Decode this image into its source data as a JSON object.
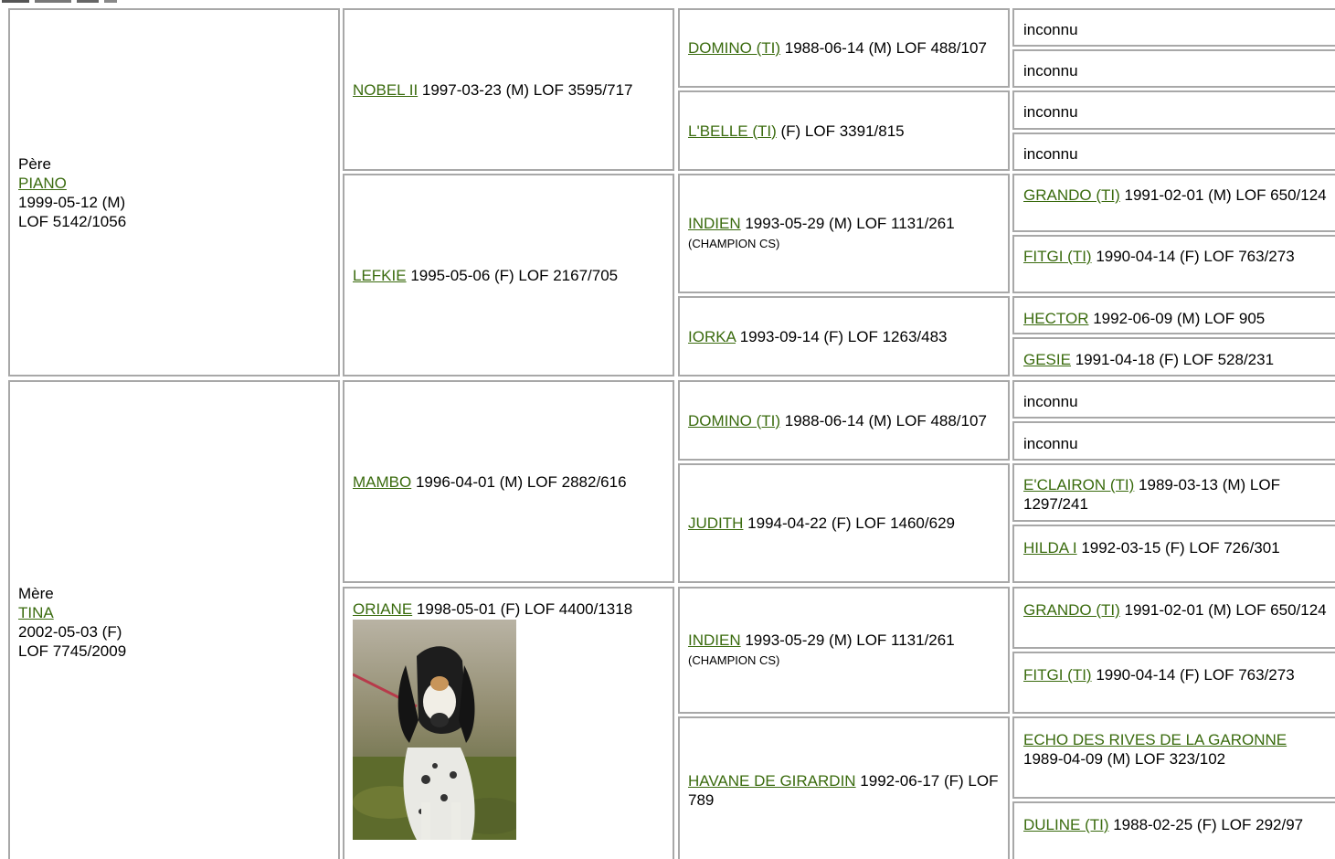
{
  "sire": {
    "label": "Père",
    "name": "PIANO",
    "date": "1999-05-12 (M)",
    "lof": "LOF 5142/1056"
  },
  "dam": {
    "label": "Mère",
    "name": "TINA",
    "date": "2002-05-03 (F)",
    "lof": "LOF 7745/2009"
  },
  "gen2": {
    "nobel": {
      "name": "NOBEL II",
      "text": " 1997-03-23 (M) LOF 3595/717"
    },
    "lefkie": {
      "name": "LEFKIE",
      "text": " 1995-05-06 (F) LOF 2167/705"
    },
    "mambo": {
      "name": "MAMBO",
      "text": " 1996-04-01 (M) LOF 2882/616"
    },
    "oriane": {
      "name": "ORIANE",
      "text": " 1998-05-01 (F) LOF 4400/1318"
    }
  },
  "gen3": {
    "domino1": {
      "name": "DOMINO (TI)",
      "text": " 1988-06-14 (M) LOF 488/107"
    },
    "lbelle": {
      "name": "L'BELLE (TI)",
      "text": " (F) LOF 3391/815"
    },
    "indien1": {
      "name": "INDIEN",
      "text": " 1993-05-29 (M) LOF 1131/261 ",
      "title": "(CHAMPION CS)"
    },
    "iorka": {
      "name": "IORKA",
      "text": " 1993-09-14 (F) LOF 1263/483"
    },
    "domino2": {
      "name": "DOMINO (TI)",
      "text": " 1988-06-14 (M) LOF 488/107"
    },
    "judith": {
      "name": "JUDITH",
      "text": " 1994-04-22 (F) LOF 1460/629"
    },
    "indien2": {
      "name": "INDIEN",
      "text": " 1993-05-29 (M) LOF 1131/261 ",
      "title": "(CHAMPION CS)"
    },
    "havane": {
      "name": "HAVANE DE GIRARDIN",
      "text": " 1992-06-17 (F) LOF 789"
    }
  },
  "gen4": {
    "unknown_label": "inconnu",
    "grando1": {
      "name": "GRANDO (TI)",
      "text": " 1991-02-01 (M) LOF 650/124"
    },
    "fitgi1": {
      "name": "FITGI (TI)",
      "text": " 1990-04-14 (F) LOF 763/273"
    },
    "hector": {
      "name": "HECTOR",
      "text": " 1992-06-09 (M) LOF 905"
    },
    "gesie": {
      "name": "GESIE",
      "text": " 1991-04-18 (F) LOF 528/231"
    },
    "eclairon": {
      "name": "E'CLAIRON (TI)",
      "text": " 1989-03-13 (M) LOF 1297/241"
    },
    "hilda": {
      "name": "HILDA I",
      "text": " 1992-03-15 (F) LOF 726/301"
    },
    "grando2": {
      "name": "GRANDO (TI)",
      "text": " 1991-02-01 (M) LOF 650/124"
    },
    "fitgi2": {
      "name": "FITGI (TI)",
      "text": " 1990-04-14 (F) LOF 763/273"
    },
    "echo": {
      "name": "ECHO DES RIVES DE LA GARONNE",
      "text": "1989-04-09 (M) LOF 323/102"
    },
    "duline": {
      "name": "DULINE (TI)",
      "text": " 1988-02-25 (F) LOF 292/97"
    }
  },
  "colors": {
    "link": "#3a6b0e",
    "border": "#a8a8a8",
    "background": "#ffffff"
  }
}
